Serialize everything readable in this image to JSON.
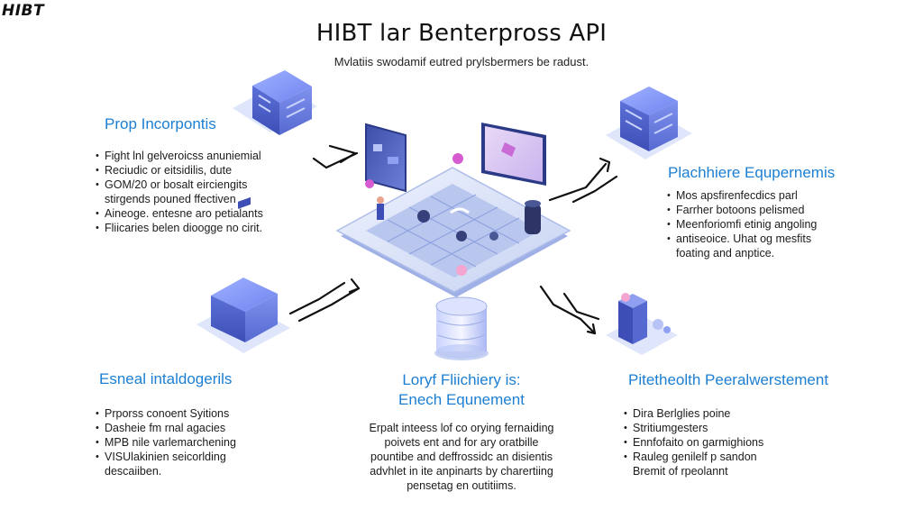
{
  "header": {
    "logo": "HIBT",
    "title": "HIBT lar Benterpross API",
    "subtitle": "Mvlatiis swodamif eutred prylsbermers be radust."
  },
  "sections": {
    "top_left": {
      "title": "Prop Incorpontis",
      "items": [
        "Fight lnl gelveroicss anuniemial",
        "Reciudic or eitsidilis, dute",
        "GOM/20 or bosalt eirciengits",
        "stirgends pouned ffectiven",
        "Aineoge. entesne aro petialants",
        "Fliicaries belen dioogge no cirit."
      ]
    },
    "top_right": {
      "title": "Plachhiere Equpernemis",
      "items": [
        "Mos apsfirenfecdics parl",
        "Farrher botoons pelismed",
        "Meenforiomfi etinig angoling",
        "antiseoice. Uhat og mesfits",
        "foating and anptice."
      ]
    },
    "bottom_left": {
      "title": "Esneal intaldogerils",
      "items": [
        "Prporss conoent Syitions",
        "Dasheie fm rnal agacies",
        "MPB nile varlemarchening",
        "VISUlakinien seicorlding",
        "descaiiben."
      ]
    },
    "bottom_center": {
      "title_line1": "Loryf Fliichiery is:",
      "title_line2": "Enech Equnement",
      "lines": [
        "Erpalt inteess lof co orying fernaiding",
        "poivets ent and for ary oratbille",
        "pountibe and deffrossidc an disientis",
        "advhlet in ite anpinarts by charertiing",
        "pensetag en outitiims."
      ]
    },
    "bottom_right": {
      "title": "Pitetheolth Peeralwerstement",
      "items": [
        "Dira Berlglies poine",
        "Stritiumgesters",
        "Ennfofaito on garmighions",
        "Rauleg genilelf p sandon",
        "Bremit of rpeolannt"
      ]
    }
  },
  "colors": {
    "accent_blue": "#1c7fd3",
    "cube_blue": "#5b6fd6",
    "platform_blue": "#c9d6f3",
    "arrow": "#111111"
  },
  "icons": [
    "server-cube-icon",
    "monitor-icon",
    "database-cylinder-icon",
    "server-rack-icon",
    "arrow-icon"
  ]
}
